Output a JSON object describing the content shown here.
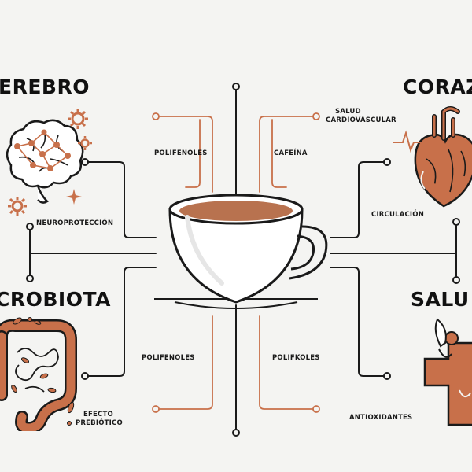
{
  "headings": {
    "brain": "EREBRO",
    "heart": "CORAZ",
    "microbiota": "CROBIOTA",
    "health": "SALU"
  },
  "labels": {
    "polifenoles_top": "POLIFENOLES",
    "cafeina": "CAFEÍNA",
    "salud_cardio_1": "SALUD",
    "salud_cardio_2": "CARDIOVASCULAR",
    "neuroproteccion": "NEUROPROTECCIÓN",
    "circulacion": "CIRCULACIÓN",
    "polifenoles_bottom": "POLIFENOLES",
    "polifkoles": "POLIFKOLES",
    "efecto_1": "EFECTO",
    "efecto_2": "PREBIÓTICO",
    "antioxidantes": "ANTIOXIDANTES"
  },
  "icons": {
    "center": "coffee-cup-icon",
    "brain": "brain-icon",
    "heart": "heart-icon",
    "intestine": "intestine-icon",
    "health": "health-cross-icon"
  },
  "colors": {
    "accent": "#c8704a",
    "line": "#1a1a1a",
    "coffee": "#b8724f",
    "background": "#f4f4f2"
  }
}
